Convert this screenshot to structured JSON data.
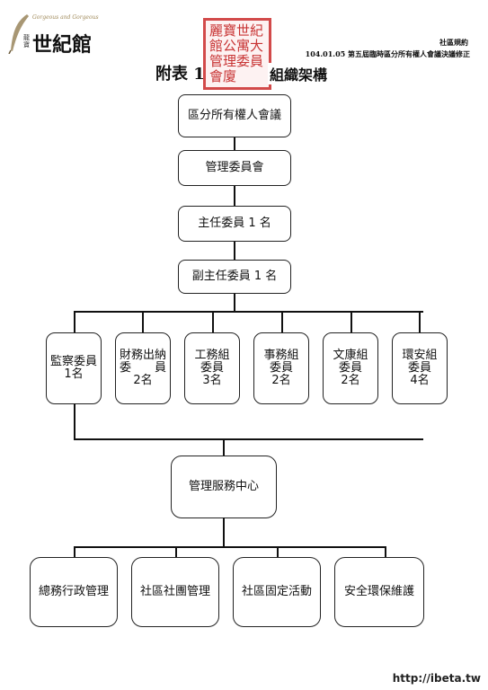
{
  "header": {
    "logo_script": "Gorgeous and Gorgeous",
    "logo_small": "龍寶",
    "logo_title": "世紀館",
    "top_right": "社區規約",
    "revision_note": "104.01.05 第五屆臨時區分所有權人會議決議修正",
    "title_left": "附表 1",
    "title_right": "組織架構",
    "seal_lines": [
      "麗寶世紀",
      "館公寓大",
      "管理委員",
      "會廈"
    ]
  },
  "nodes": {
    "assembly": "區分所有權人會議",
    "committee": "管理委員會",
    "chair": "主任委員 1 名",
    "vice_chair": "副主任委員 1 名"
  },
  "committee_members": [
    {
      "label": "監察委員\n1名"
    },
    {
      "label": "財務出納\n委　　員\n2名"
    },
    {
      "label": "工務組\n委員\n3名"
    },
    {
      "label": "事務組\n委員\n2名"
    },
    {
      "label": "文康組\n委員\n2名"
    },
    {
      "label": "環安組\n委員\n4名"
    }
  ],
  "service_center": "管理服務中心",
  "departments": [
    "總務行政管理",
    "社區社團管理",
    "社區固定活動",
    "安全環保維護"
  ],
  "watermark": "http://ibeta.tw"
}
